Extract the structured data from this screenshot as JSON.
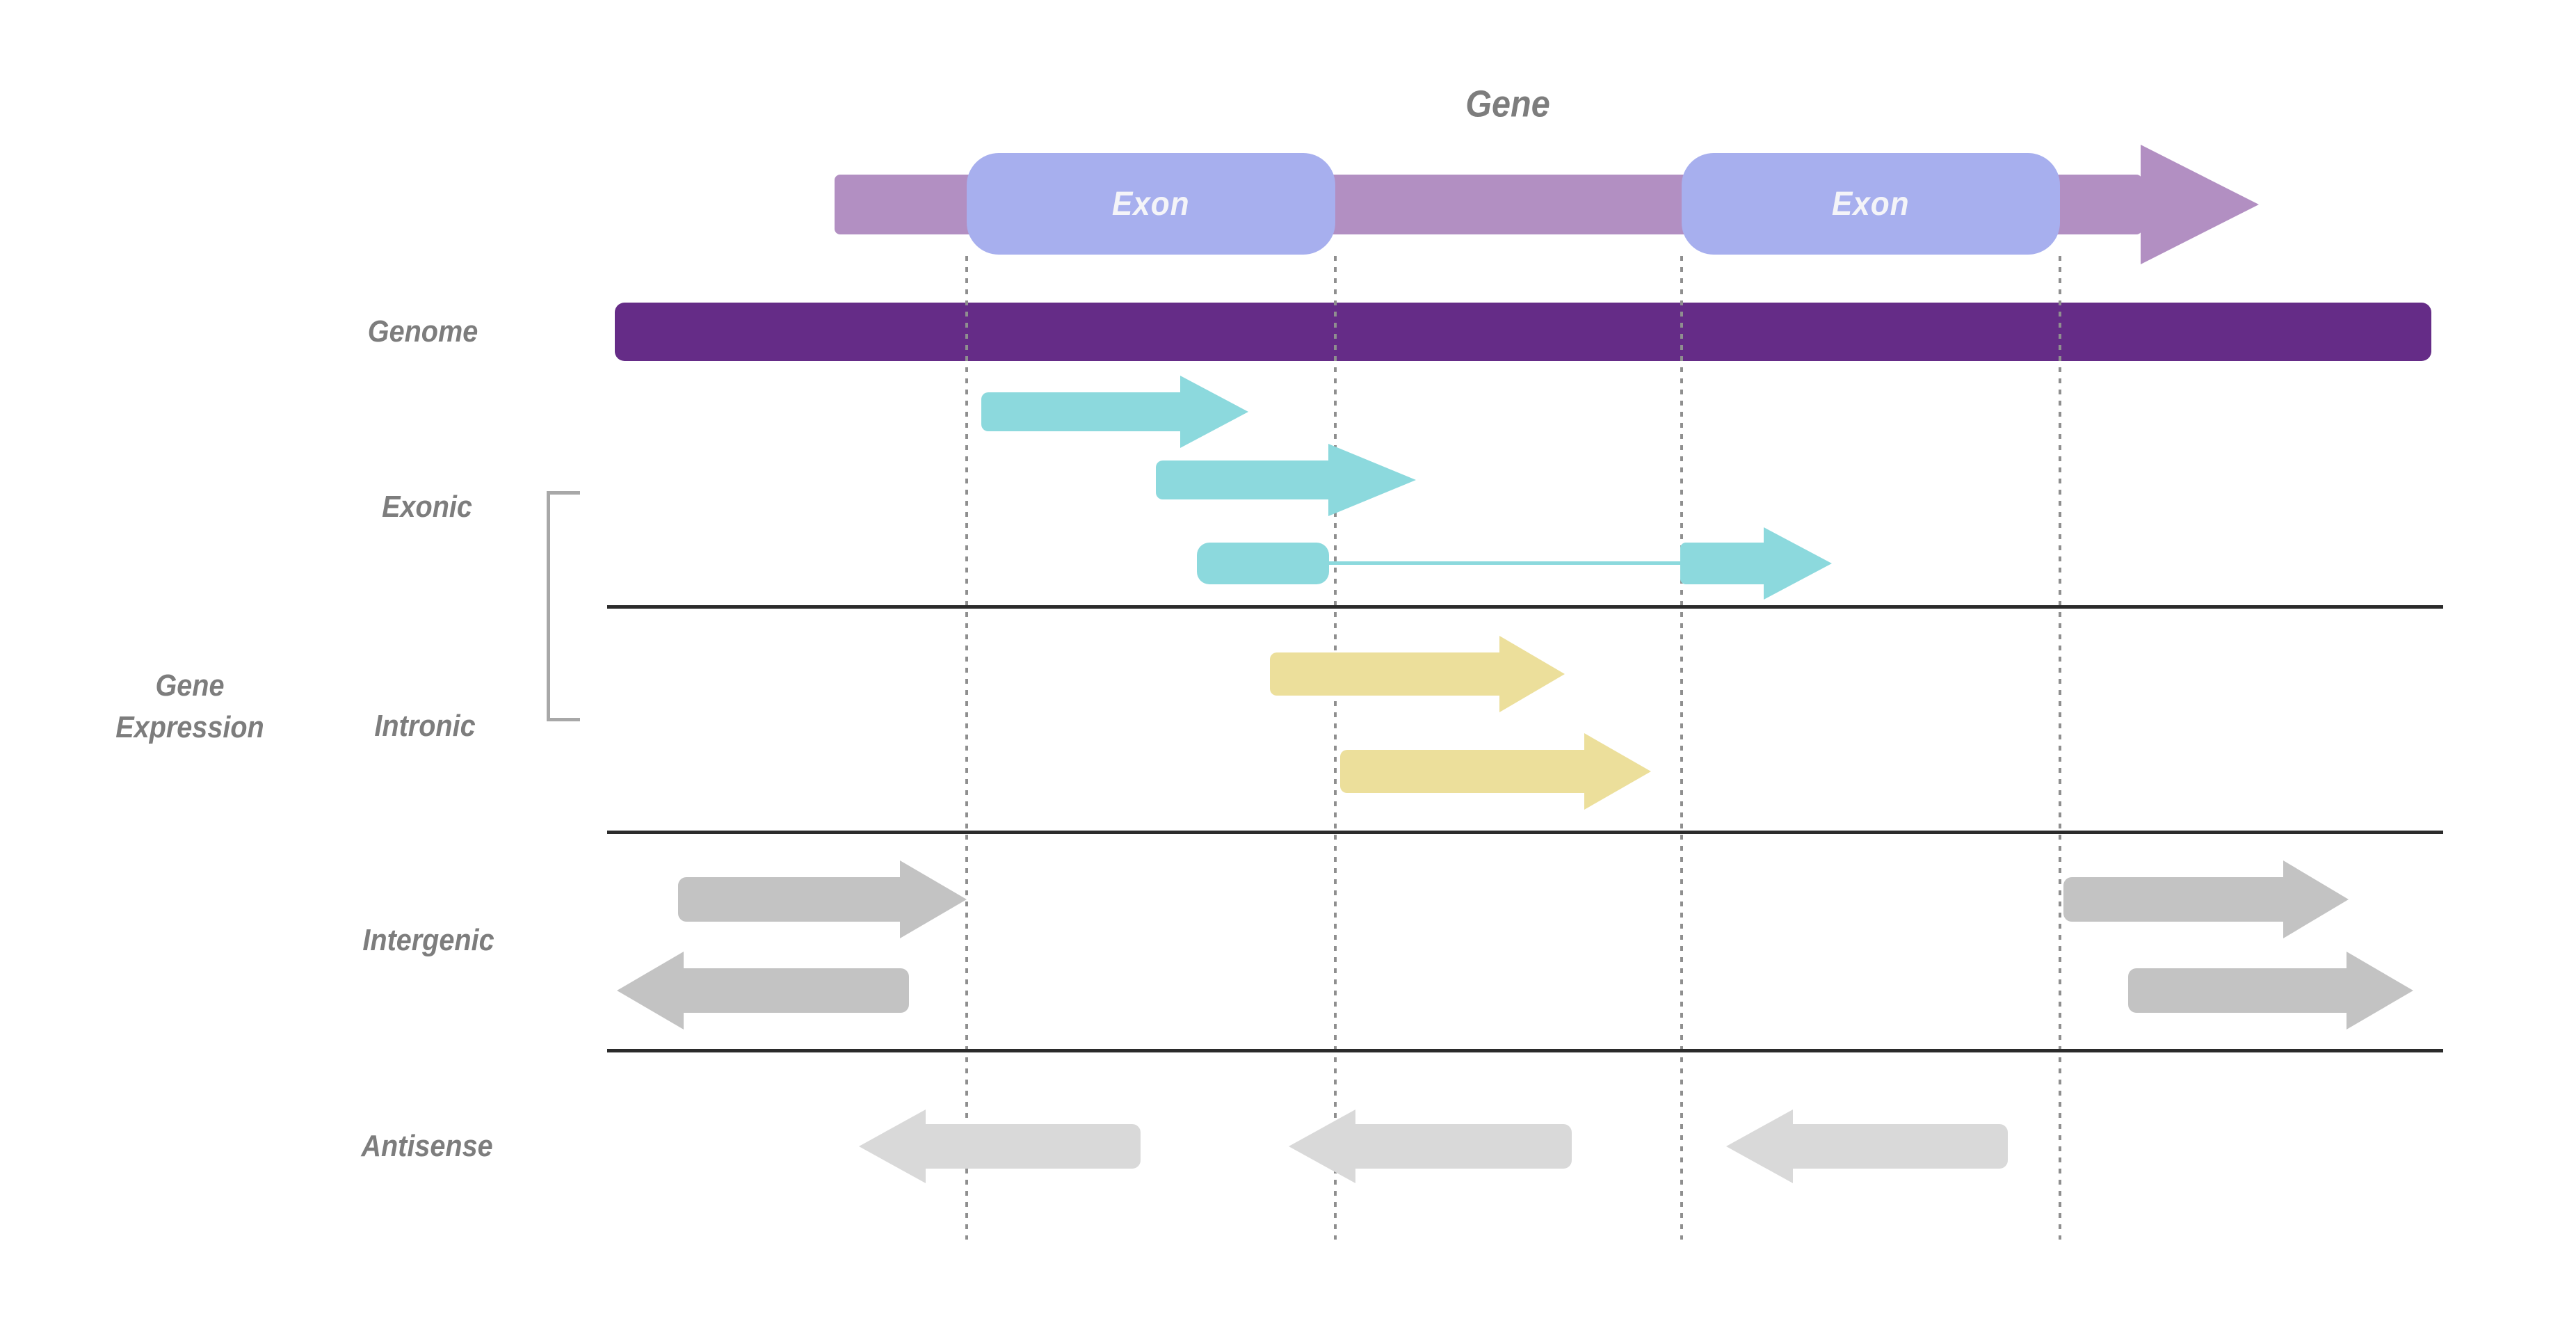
{
  "diagram": {
    "title": "Gene",
    "gene_model": {
      "exons": [
        "Exon",
        "Exon"
      ],
      "strand": "forward",
      "exon_count": 2
    },
    "rows": {
      "genome": {
        "label": "Genome"
      },
      "gene_expression": {
        "line1": "Gene",
        "line2": "Expression"
      },
      "exonic": {
        "label": "Exonic",
        "read_count": 3,
        "note": "includes one spliced read joining both exons"
      },
      "intronic": {
        "label": "Intronic",
        "read_count": 2
      },
      "intergenic": {
        "label": "Intergenic",
        "read_count": 4,
        "directions": [
          "right",
          "left",
          "right",
          "right"
        ]
      },
      "antisense": {
        "label": "Antisense",
        "read_count": 3,
        "directions": [
          "left",
          "left",
          "left"
        ]
      }
    },
    "colors": {
      "gene-arrow": "#b28fc2",
      "exon": "#a7afee",
      "exon-text": "#f4f4f8",
      "genome": "#652c87",
      "exonic": "#8cd9dd",
      "intronic": "#ecdf9b",
      "intergenic": "#c3c3c3",
      "antisense": "#d9d9d9",
      "label": "#7d7d7d",
      "separator": "#2b2b2b",
      "guide": "#8f8f8f",
      "bracket": "#a8a8a8"
    }
  }
}
